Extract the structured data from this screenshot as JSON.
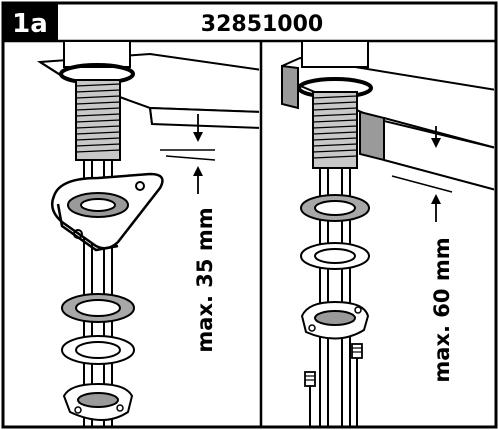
{
  "header": {
    "step_label": "1a",
    "part_number": "32851000"
  },
  "left_panel": {
    "dimension_label": "max. 35 mm"
  },
  "right_panel": {
    "dimension_label": "max. 60 mm"
  },
  "colors": {
    "ink": "#000000",
    "paper": "#ffffff",
    "thread_gray": "#c8c8c8",
    "washer_gray": "#a8a8a8",
    "counter_gray": "#9a9a9a"
  }
}
